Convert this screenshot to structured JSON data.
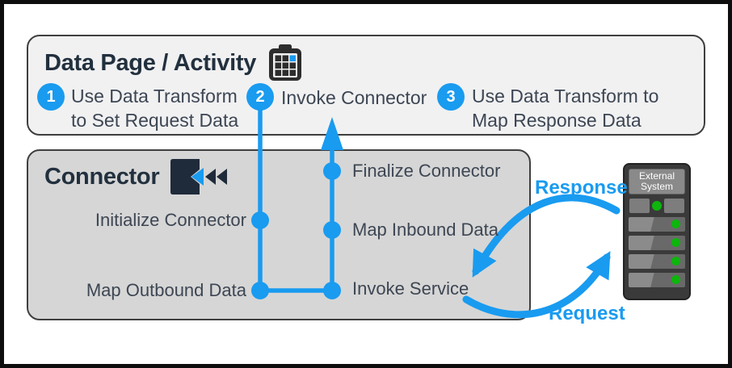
{
  "top_box": {
    "title": "Data Page / Activity",
    "icon": "data-page-clipboard-icon",
    "steps": [
      {
        "number": "1",
        "line1": "Use Data Transform",
        "line2": "to Set Request Data"
      },
      {
        "number": "2",
        "line1": "Invoke Connector"
      },
      {
        "number": "3",
        "line1": "Use Data Transform to",
        "line2": "Map Response Data"
      }
    ]
  },
  "connector_box": {
    "title": "Connector",
    "icon": "connector-plug-icon",
    "stages": {
      "initialize": "Initialize Connector",
      "map_outbound": "Map Outbound Data",
      "invoke_service": "Invoke Service",
      "map_inbound": "Map Inbound Data",
      "finalize": "Finalize Connector"
    }
  },
  "exchange": {
    "response_label": "Response",
    "request_label": "Request"
  },
  "external_system": {
    "label_line1": "External",
    "label_line2": "System"
  },
  "colors": {
    "accent_blue": "#199bf0",
    "led_green": "#0db50d",
    "top_panel_fill": "#f1f1f2",
    "connector_panel_fill": "#d6d6d6",
    "panel_border": "#3f3f3f",
    "title_text": "#22303e",
    "body_text": "#3d4653",
    "server_body": "#3a3a3a",
    "frame_border": "#0d0d0d"
  }
}
